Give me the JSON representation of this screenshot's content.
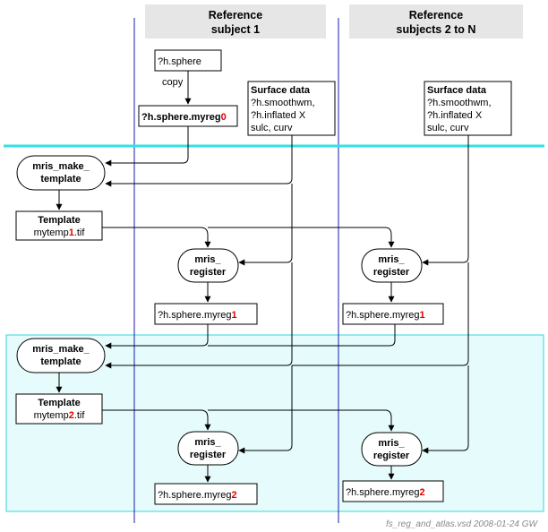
{
  "colors": {
    "lane_line": "#1a1ab3",
    "cyan_line": "#33e0e6",
    "light_cyan_bg": "#e6fcfc",
    "header_bg": "#e6e6e6",
    "highlight": "#e00000"
  },
  "headers": {
    "col1": {
      "line1": "Reference",
      "line2": "subject 1"
    },
    "col2": {
      "line1": "Reference",
      "line2": "subjects 2 to N"
    }
  },
  "top": {
    "sphere": "?h.sphere",
    "copy": "copy",
    "myreg0": {
      "base": "?h.sphere.myreg",
      "num": "0"
    },
    "surface1": {
      "title": "Surface data",
      "l1": "?h.smoothwm,",
      "l2": "?h.inflated X",
      "l3": "sulc, curv"
    },
    "surface2": {
      "title": "Surface data",
      "l1": "?h.smoothwm,",
      "l2": "?h.inflated X",
      "l3": "sulc, curv"
    }
  },
  "stage1": {
    "make_template": {
      "l1": "mris_make_",
      "l2": "template"
    },
    "template": {
      "title": "Template",
      "base": "mytemp",
      "num": "1",
      "ext": ".tif"
    },
    "register1": {
      "l1": "mris_",
      "l2": "register"
    },
    "register2": {
      "l1": "mris_",
      "l2": "register"
    },
    "myreg1a": {
      "base": "?h.sphere.myreg",
      "num": "1"
    },
    "myreg1b": {
      "base": "?h.sphere.myreg",
      "num": "1"
    }
  },
  "stage2": {
    "make_template": {
      "l1": "mris_make_",
      "l2": "template"
    },
    "template": {
      "title": "Template",
      "base": "mytemp",
      "num": "2",
      "ext": ".tif"
    },
    "register1": {
      "l1": "mris_",
      "l2": "register"
    },
    "register2": {
      "l1": "mris_",
      "l2": "register"
    },
    "myreg2a": {
      "base": "?h.sphere.myreg",
      "num": "2"
    },
    "myreg2b": {
      "base": "?h.sphere.myreg",
      "num": "2"
    }
  },
  "footer": "fs_reg_and_atlas.vsd  2008-01-24 GW"
}
